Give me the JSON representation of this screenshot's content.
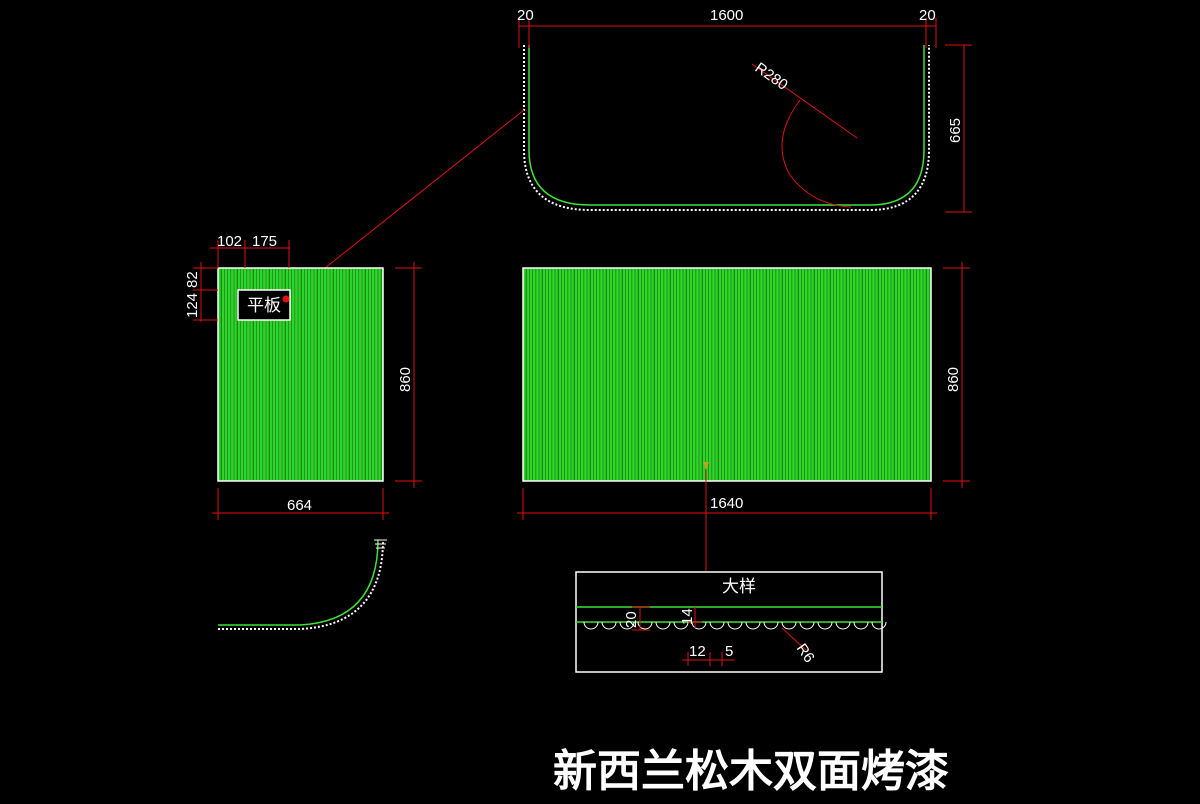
{
  "colors": {
    "background": "#000000",
    "panel_green": "#3ee03a",
    "dimension_red": "#e01010",
    "outline_white": "#ffffff"
  },
  "top_view": {
    "dim_left": "20",
    "dim_width": "1600",
    "dim_right": "20",
    "dim_height": "665",
    "dim_radius": "R280"
  },
  "left_panel": {
    "dim_a": "102",
    "dim_b": "175",
    "dim_c": "124",
    "dim_d": "82",
    "label": "平板",
    "dim_height": "860",
    "dim_width": "664"
  },
  "right_panel": {
    "dim_height": "860",
    "dim_width": "1640"
  },
  "detail": {
    "label": "大样",
    "dim_20": "20",
    "dim_14": "14",
    "dim_12": "12",
    "dim_5": "5",
    "dim_r6": "R6"
  },
  "title": "新西兰松木双面烤漆"
}
